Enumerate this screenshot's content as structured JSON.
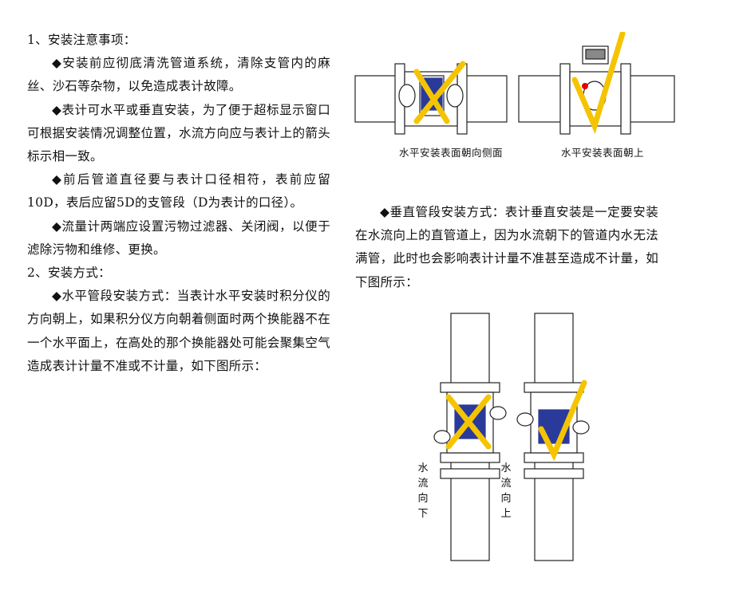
{
  "left": {
    "heading1": "1、安装注意事项：",
    "p1": "◆安装前应彻底清洗管道系统，清除支管内的麻丝、沙石等杂物，以免造成表计故障。",
    "p2": "◆表计可水平或垂直安装，为了便于超标显示窗口可根据安装情况调整位置，水流方向应与表计上的箭头标示相一致。",
    "p3": "◆前后管道直径要与表计口径相符，表前应留10D，表后应留5D的支管段（D为表计的口径）。",
    "p4": "◆流量计两端应设置污物过滤器、关闭阀，以便于滤除污物和维修、更换。",
    "heading2": "2、安装方式：",
    "p5": "◆水平管段安装方式：当表计水平安装时积分仪的方向朝上，如果积分仪方向朝着侧面时两个换能器不在一个水平面上，在高处的那个换能器处可能会聚集空气造成表计计量不准或不计量，如下图所示："
  },
  "right": {
    "caption_left": "水平安装表面朝向侧面",
    "caption_right": "水平安装表面朝上",
    "p6": "◆垂直管段安装方式：表计垂直安装是一定要安装在水流向上的直管道上，因为水流朝下的管道内水无法满管，此时也会影响表计计量不准甚至造成不计量，如下图所示：",
    "label_down": [
      "水",
      "流",
      "向",
      "下"
    ],
    "label_up": [
      "水",
      "流",
      "向",
      "上"
    ]
  },
  "colors": {
    "accent_yellow": "#f5c400",
    "meter_blue": "#2a3a9a",
    "marker_red": "#e00000"
  }
}
